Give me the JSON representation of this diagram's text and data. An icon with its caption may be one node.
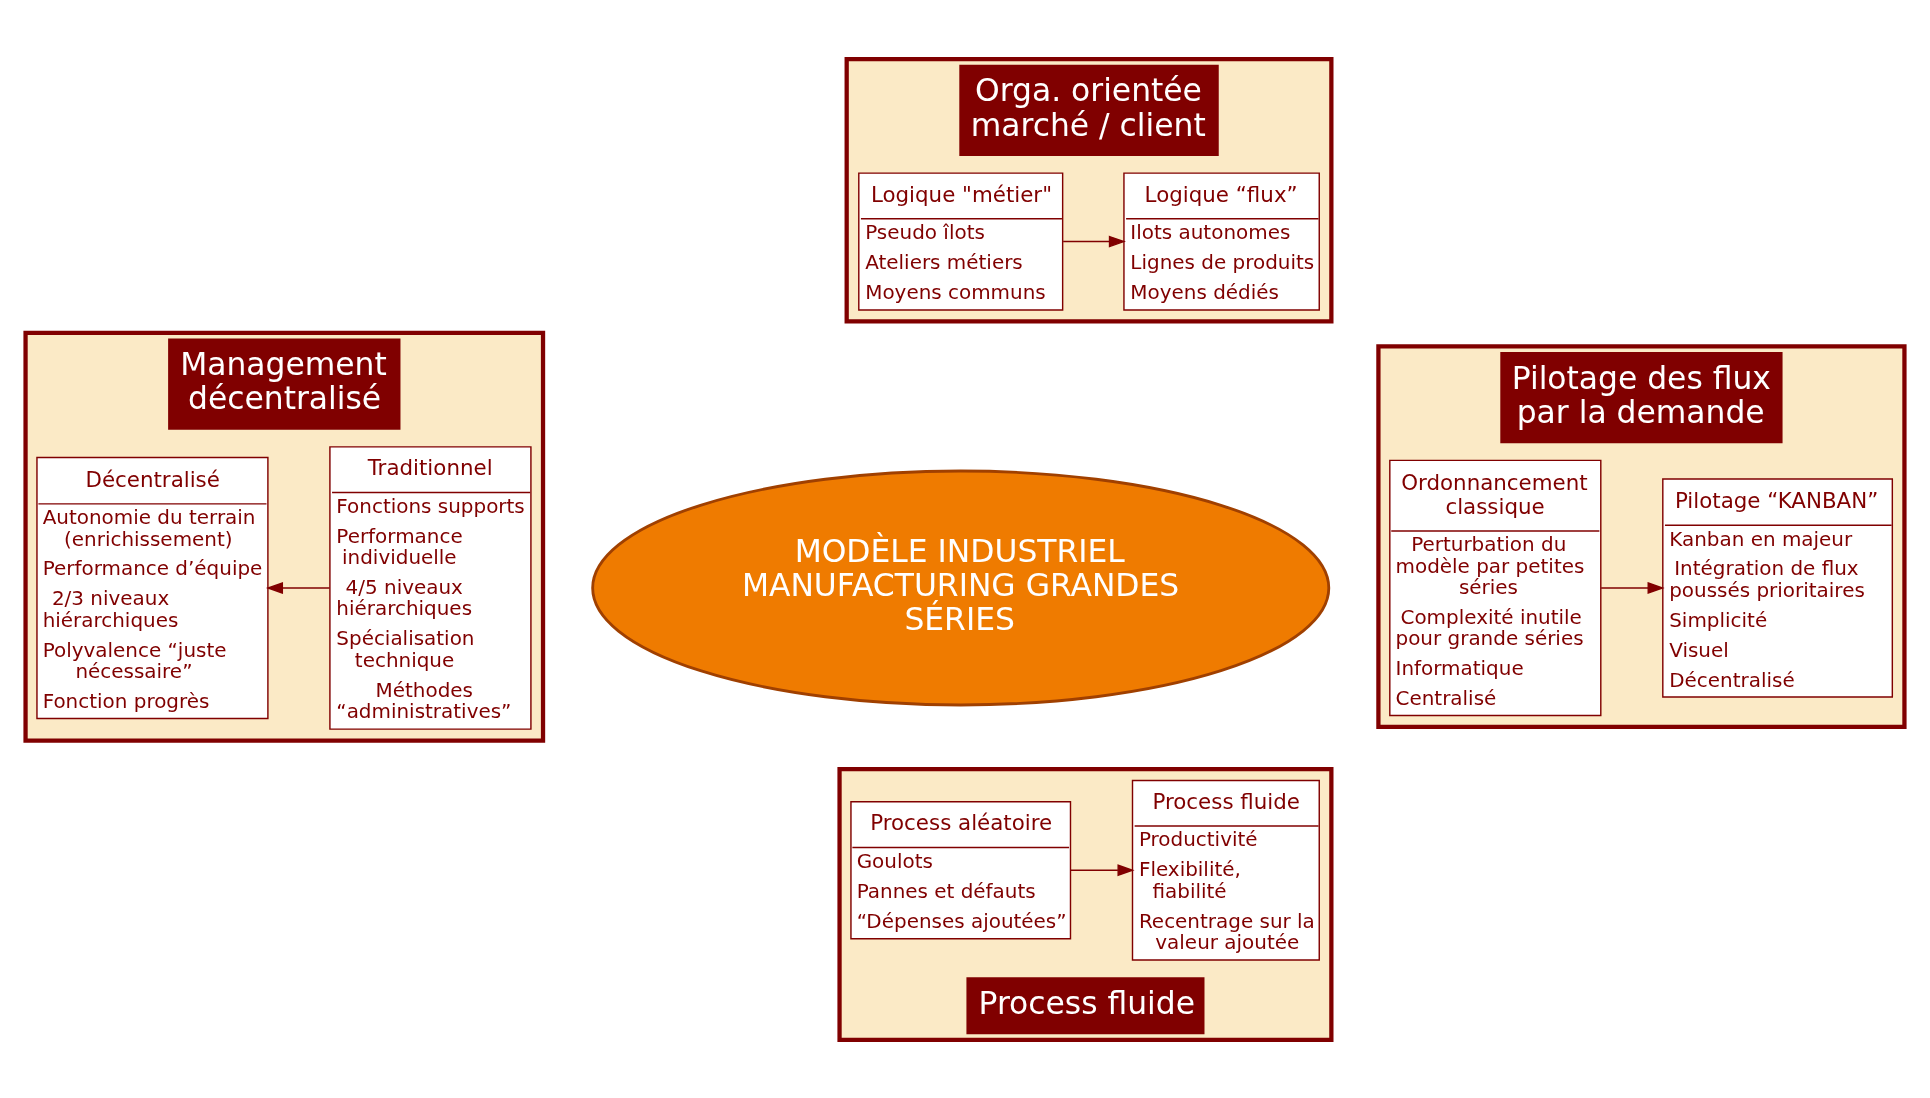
{
  "diagram": {
    "nodes": [
      {
        "text": [
          "MODÈLE INDUSTRIEL MANUFACTURING GRANDES SÉRIES"
        ]
      },
      {
        "text": [
          "Orga. orientée marché / client"
        ]
      },
      {
        "text": [
          "Logique \"métier\"",
          "Pseudo îlots",
          "Ateliers métiers",
          "Moyens communs"
        ],
        "in": 1
      },
      {
        "text": [
          "Logique “flux”",
          "Ilots autonomes",
          "Lignes de produits",
          "Moyens dédiés"
        ],
        "in": 1
      },
      {
        "text": [
          "Management décentralisé"
        ]
      },
      {
        "text": [
          "Traditionnel",
          "Fonctions supports",
          "Performance individuelle",
          "4/5 niveaux hiérarchiques",
          "Spécialisation technique",
          "Méthodes “administratives”"
        ],
        "in": 4
      },
      {
        "text": [
          "Décentralisé",
          "Autonomie du terrain (enrichissement)",
          "Performance d’équipe",
          "2/3 niveaux hiérarchiques",
          "Polyvalence “juste nécessaire”",
          "Fonction progrès"
        ],
        "in": 4
      },
      {
        "text": [
          "Pilotage des flux par la demande"
        ]
      },
      {
        "text": [
          "Pilotage “KANBAN”",
          "Kanban en majeur",
          "Intégration de flux poussés prioritaires",
          "Simplicité",
          "Visuel",
          "Décentralisé"
        ],
        "in": 7
      },
      {
        "text": [
          "Ordonnancement classique",
          "Perturbation du modèle par petites séries",
          "Complexité inutile  pour grande séries",
          "Informatique",
          "Centralisé"
        ],
        "in": 7
      },
      {
        "text": [
          "Process fluide"
        ]
      },
      {
        "text": [
          "Process aléatoire",
          "Goulots",
          "Pannes et défauts",
          "“Dépenses ajoutées”"
        ],
        "in": 10
      },
      {
        "text": [
          "Process fluide",
          "Productivité",
          "Flexibilité, fiabilité",
          "Recentrage sur la valeur ajoutée"
        ],
        "in": 10
      }
    ],
    "edges": [
      {
        "from": 2,
        "to": 3,
        "arrow": "to"
      },
      {
        "from": 5,
        "to": 6,
        "arrow": "to"
      },
      {
        "from": 9,
        "to": 8,
        "arrow": "to"
      },
      {
        "from": 11,
        "to": 12,
        "arrow": "to"
      }
    ]
  }
}
